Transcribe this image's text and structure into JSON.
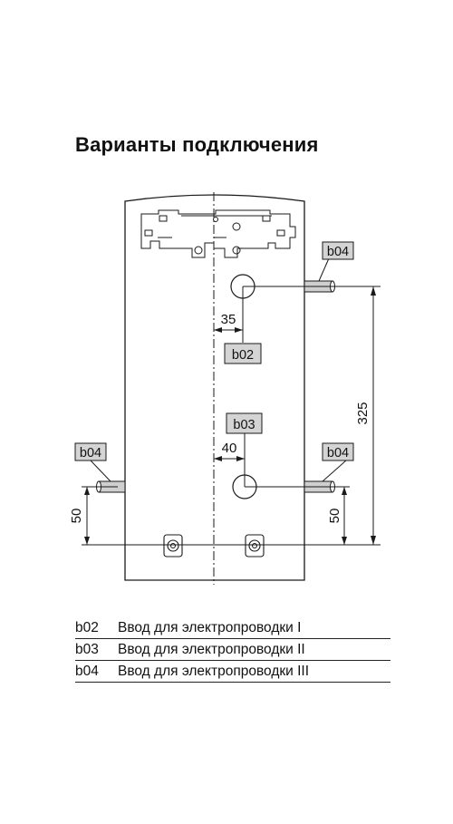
{
  "title": "Варианты подключения",
  "labels": {
    "b02_top": "b02",
    "b03": "b03",
    "b04_left": "b04",
    "b04_right_mid": "b04",
    "b04_right_top": "b04"
  },
  "dimensions": {
    "d35": "35",
    "d40": "40",
    "d325": "325",
    "d50_left": "50",
    "d50_right": "50"
  },
  "legend": [
    {
      "code": "b02",
      "text": "Ввод для электропроводки I"
    },
    {
      "code": "b03",
      "text": "Ввод для электропроводки II"
    },
    {
      "code": "b04",
      "text": "Ввод для электропроводки III"
    }
  ],
  "colors": {
    "label_fill": "#d4d4d4",
    "pipe_fill": "#cfcfcf",
    "line": "#1a1a1a"
  }
}
